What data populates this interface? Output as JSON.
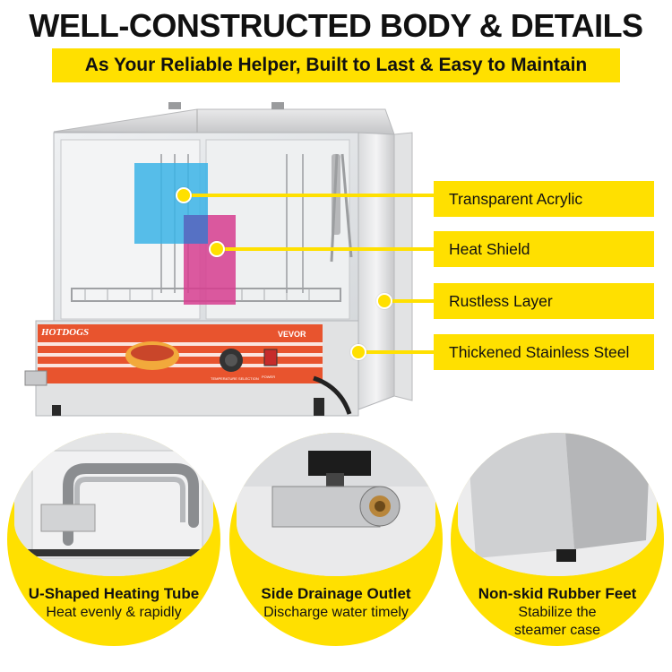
{
  "header": {
    "title": "WELL-CONSTRUCTED BODY & DETAILS",
    "subtitle": "As Your Reliable Helper, Built to Last & Easy to Maintain"
  },
  "product": {
    "front_label": "HOTDOGS",
    "brand": "VEVOR",
    "dial_caption": "TEMPERATURE SELECTION",
    "switch_caption": "POWER"
  },
  "callouts": [
    {
      "label": "Transparent Acrylic"
    },
    {
      "label": "Heat Shield"
    },
    {
      "label": "Rustless Layer"
    },
    {
      "label": "Thickened Stainless Steel"
    }
  ],
  "features": [
    {
      "title": "U-Shaped Heating Tube",
      "description": "Heat evenly & rapidly"
    },
    {
      "title": "Side Drainage Outlet",
      "description": "Discharge water timely"
    },
    {
      "title": "Non-skid Rubber Feet",
      "description": "Stabilize the steamer case"
    }
  ],
  "colors": {
    "accent": "#ffe000",
    "panel": "#e8542e"
  }
}
